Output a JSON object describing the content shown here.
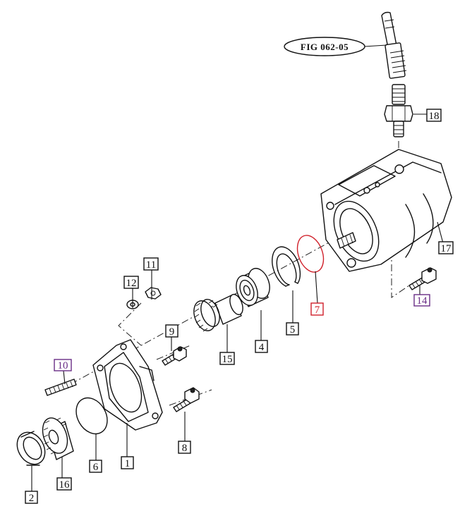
{
  "figure_reference": "FIG 062-05",
  "callouts": [
    {
      "id": "1",
      "text": "1",
      "highlight": "none"
    },
    {
      "id": "2",
      "text": "2",
      "highlight": "none"
    },
    {
      "id": "4",
      "text": "4",
      "highlight": "none"
    },
    {
      "id": "5",
      "text": "5",
      "highlight": "none"
    },
    {
      "id": "6",
      "text": "6",
      "highlight": "none"
    },
    {
      "id": "7",
      "text": "7",
      "highlight": "red"
    },
    {
      "id": "8",
      "text": "8",
      "highlight": "none"
    },
    {
      "id": "9",
      "text": "9",
      "highlight": "none"
    },
    {
      "id": "10",
      "text": "10",
      "highlight": "purple"
    },
    {
      "id": "11",
      "text": "11",
      "highlight": "none"
    },
    {
      "id": "12",
      "text": "12",
      "highlight": "none"
    },
    {
      "id": "14",
      "text": "14",
      "highlight": "purple"
    },
    {
      "id": "15",
      "text": "15",
      "highlight": "none"
    },
    {
      "id": "16",
      "text": "16",
      "highlight": "none"
    },
    {
      "id": "17",
      "text": "17",
      "highlight": "none"
    },
    {
      "id": "18",
      "text": "18",
      "highlight": "none"
    }
  ],
  "colors": {
    "line": "#111111",
    "highlight_red": "#d0202a",
    "highlight_purple": "#6a2d86",
    "background": "#ffffff"
  }
}
